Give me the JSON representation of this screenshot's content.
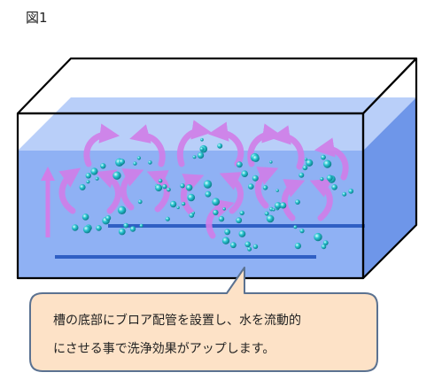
{
  "figure_label": "図1",
  "callout": {
    "line1": "槽の底部にブロア配管を設置し、水を流動的",
    "line2": "にさせる事で洗浄効果がアップします。"
  },
  "colors": {
    "water_front": "#8fb0f4",
    "water_top": "#b7cdf9",
    "water_side": "#6f97ea",
    "pipe": "#2f5fc4",
    "arrow": "#d17ee8",
    "bubble": "#1fb8c2",
    "callout_fill": "#fde2c7",
    "callout_border": "#5b7291"
  },
  "icons": [
    "tank-outline",
    "blower-pipe",
    "flow-arrow",
    "air-bubble",
    "up-arrow"
  ]
}
